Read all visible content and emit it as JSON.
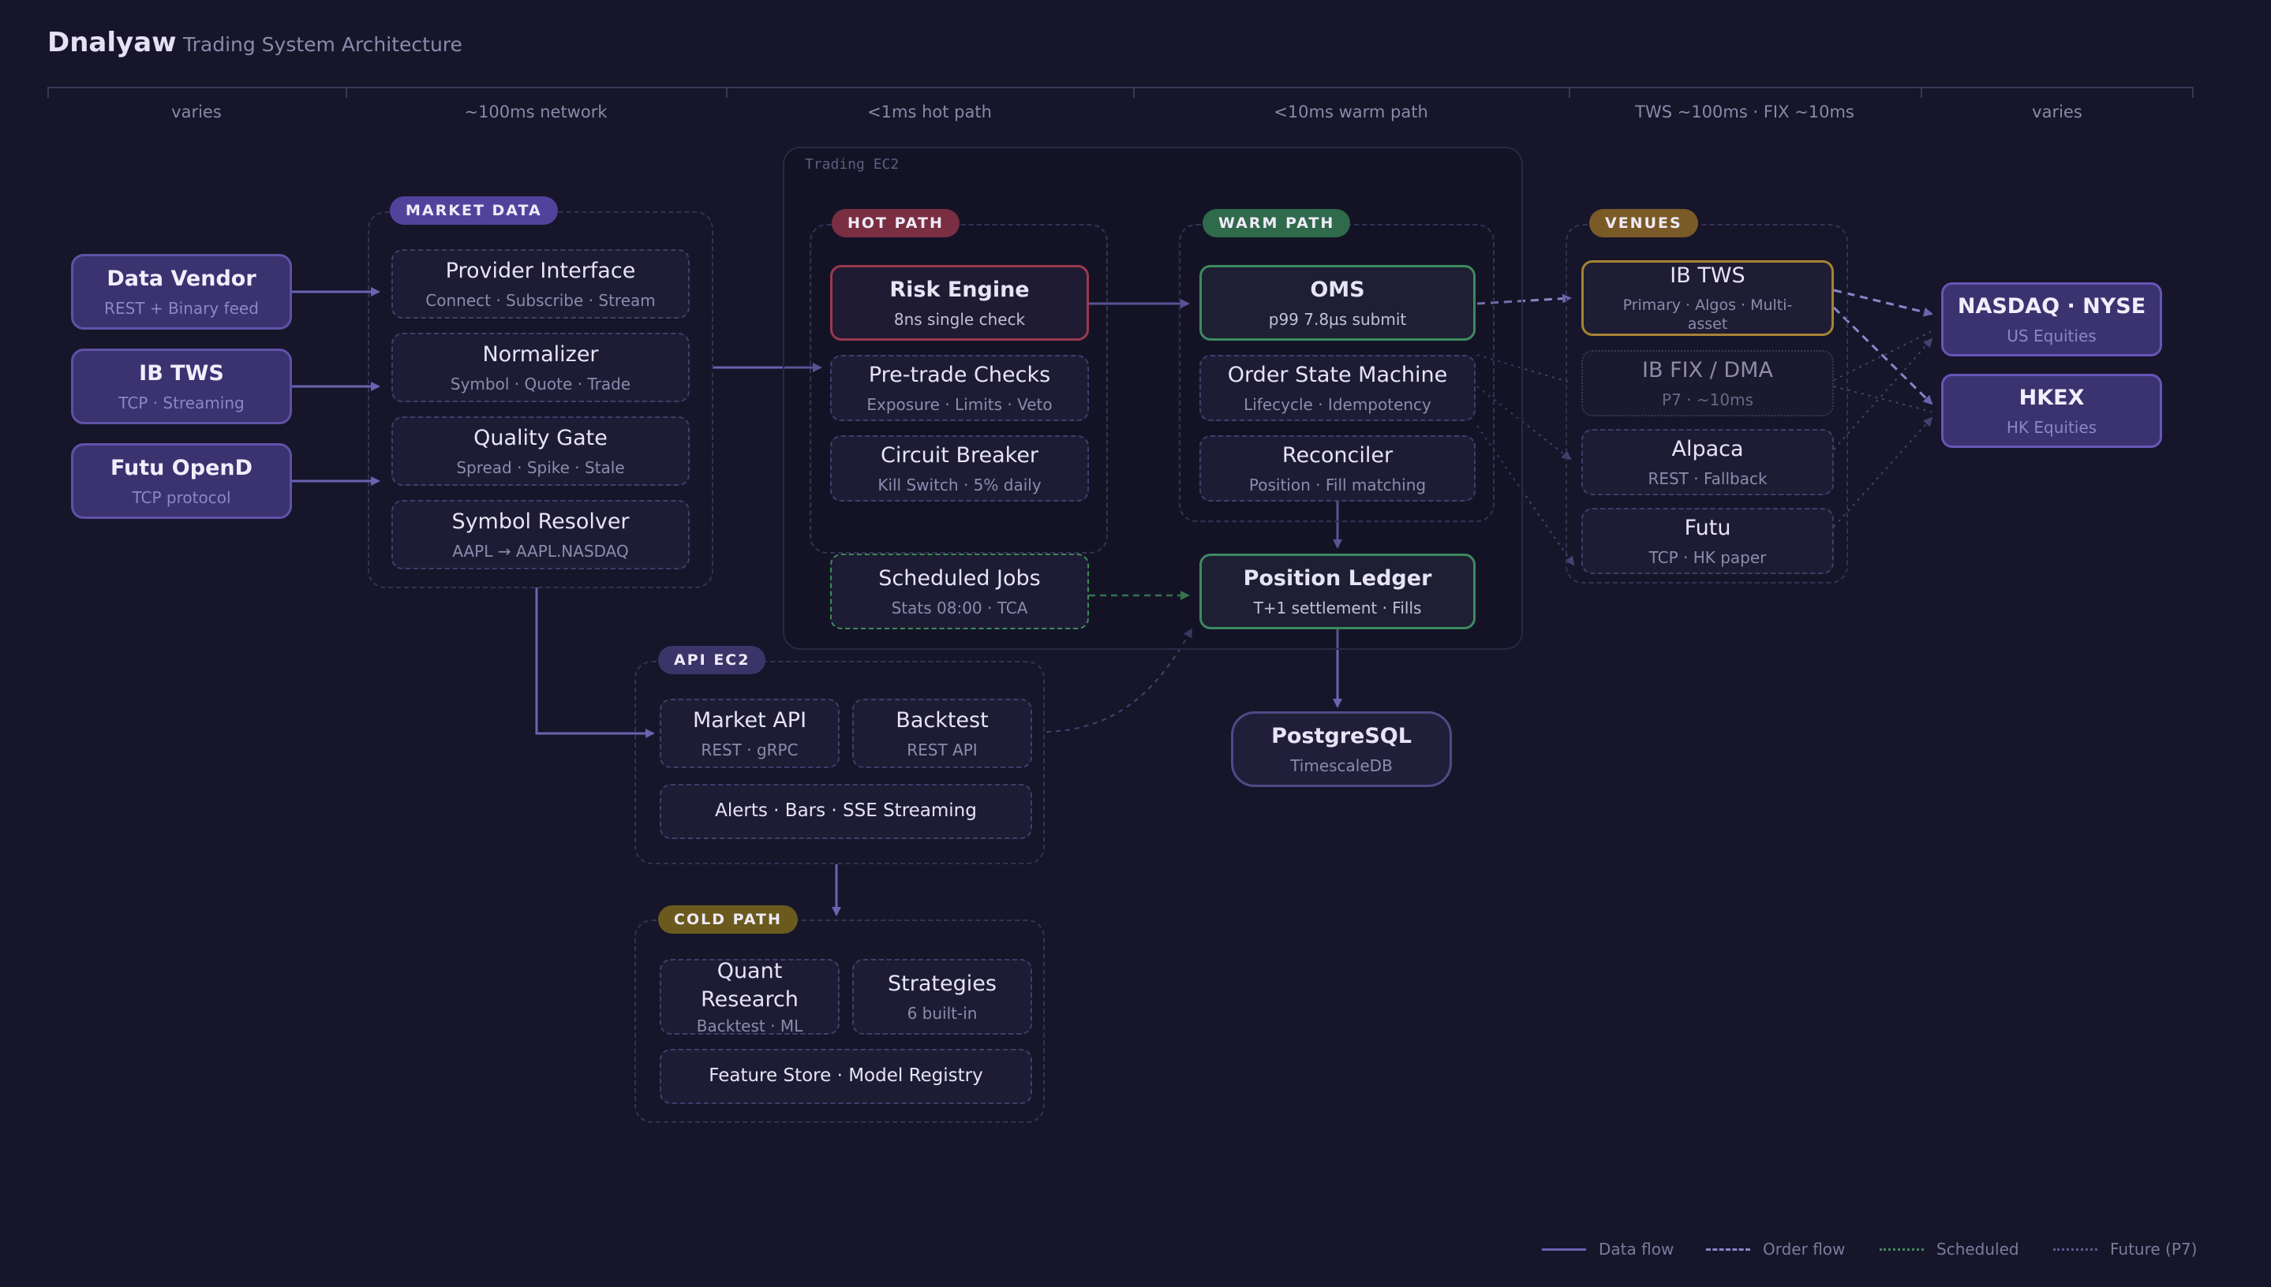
{
  "header": {
    "title": "Dnalyaw",
    "subtitle": "Trading System Architecture"
  },
  "latency": [
    "varies",
    "~100ms network",
    "<1ms hot path",
    "<10ms warm path",
    "TWS ~100ms · FIX ~10ms",
    "varies"
  ],
  "groups": {
    "trading_ec2": "Trading EC2",
    "market_data": "MARKET DATA",
    "hot_path": "HOT PATH",
    "warm_path": "WARM PATH",
    "venues": "VENUES",
    "api_ec2": "API EC2",
    "cold_path": "COLD PATH"
  },
  "sources": [
    {
      "title": "Data Vendor",
      "sub": "REST + Binary feed"
    },
    {
      "title": "IB TWS",
      "sub": "TCP · Streaming"
    },
    {
      "title": "Futu OpenD",
      "sub": "TCP protocol"
    }
  ],
  "market_data": [
    {
      "title": "Provider Interface",
      "sub": "Connect · Subscribe · Stream"
    },
    {
      "title": "Normalizer",
      "sub": "Symbol · Quote · Trade"
    },
    {
      "title": "Quality Gate",
      "sub": "Spread · Spike · Stale"
    },
    {
      "title": "Symbol Resolver",
      "sub": "AAPL → AAPL.NASDAQ"
    }
  ],
  "hot_path": [
    {
      "title": "Risk Engine",
      "sub": "8ns single check"
    },
    {
      "title": "Pre-trade Checks",
      "sub": "Exposure · Limits · Veto"
    },
    {
      "title": "Circuit Breaker",
      "sub": "Kill Switch · 5% daily"
    }
  ],
  "scheduled_jobs": {
    "title": "Scheduled Jobs",
    "sub": "Stats 08:00 · TCA"
  },
  "warm_path": [
    {
      "title": "OMS",
      "sub": "p99 7.8µs submit"
    },
    {
      "title": "Order State Machine",
      "sub": "Lifecycle · Idempotency"
    },
    {
      "title": "Reconciler",
      "sub": "Position · Fill matching"
    }
  ],
  "position_ledger": {
    "title": "Position Ledger",
    "sub": "T+1 settlement · Fills"
  },
  "postgres": {
    "title": "PostgreSQL",
    "sub": "TimescaleDB"
  },
  "venues": [
    {
      "title": "IB TWS",
      "sub": "Primary · Algos · Multi-asset"
    },
    {
      "title": "IB FIX / DMA",
      "sub": "P7 · ~10ms"
    },
    {
      "title": "Alpaca",
      "sub": "REST · Fallback"
    },
    {
      "title": "Futu",
      "sub": "TCP · HK paper"
    }
  ],
  "exchanges": [
    {
      "title": "NASDAQ · NYSE",
      "sub": "US Equities"
    },
    {
      "title": "HKEX",
      "sub": "HK Equities"
    }
  ],
  "api": {
    "market_api": {
      "title": "Market API",
      "sub": "REST · gRPC"
    },
    "backtest": {
      "title": "Backtest",
      "sub": "REST API"
    },
    "streaming": "Alerts · Bars · SSE Streaming"
  },
  "cold": {
    "quant": {
      "title": "Quant Research",
      "sub": "Backtest · ML"
    },
    "strategies": {
      "title": "Strategies",
      "sub": "6 built-in"
    },
    "feature_store": "Feature Store · Model Registry"
  },
  "legend": [
    {
      "label": "Data flow",
      "style": "solid"
    },
    {
      "label": "Order flow",
      "style": "dashed"
    },
    {
      "label": "Scheduled",
      "style": "dotted-green"
    },
    {
      "label": "Future (P7)",
      "style": "dotted"
    }
  ],
  "colors": {
    "background": "#16152a",
    "source": "#3b3270",
    "market_data_pill": "#51439c",
    "hot_path": "#7a2e42",
    "warm_path": "#2f6a4a",
    "venues": "#7a5a26",
    "api_pill": "#3a3468",
    "cold_pill": "#6b5a1e",
    "edge": "#6b62b0"
  }
}
